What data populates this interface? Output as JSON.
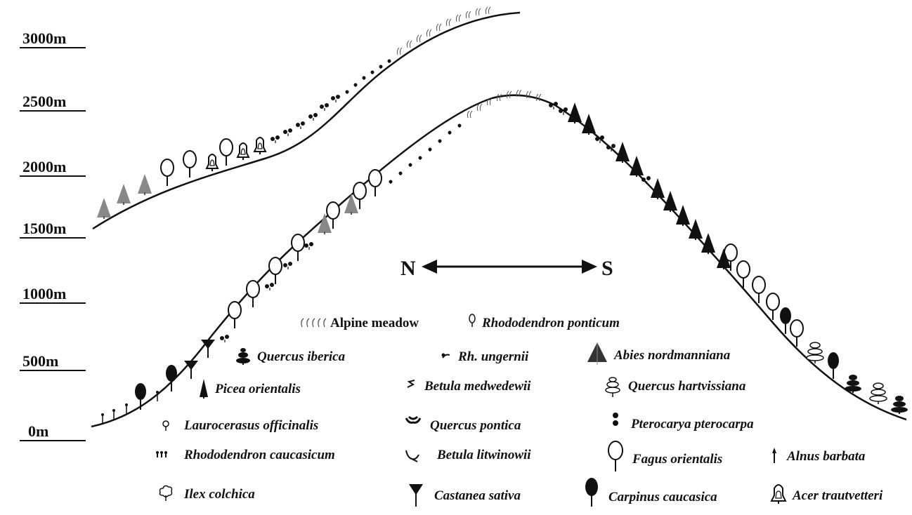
{
  "elevation_labels": [
    "3000m",
    "2500m",
    "2000m",
    "1500m",
    "1000m",
    "500m",
    "0m"
  ],
  "direction": {
    "north": "N",
    "south": "S"
  },
  "legend": [
    {
      "id": "alpine",
      "label": "Alpine meadow",
      "icon": "grass-icon",
      "italic": false
    },
    {
      "id": "rhodo-pont",
      "label": "Rhododendron ponticum",
      "icon": "small-tree-icon",
      "italic": true
    },
    {
      "id": "quercus-iberica",
      "label": "Quercus iberica",
      "icon": "tiered-tree-icon",
      "italic": true
    },
    {
      "id": "rh-ungernii",
      "label": "Rh. ungernii",
      "icon": "sprig-icon",
      "italic": true
    },
    {
      "id": "abies",
      "label": "Abies nordmanniana",
      "icon": "fir-tree-icon",
      "italic": true
    },
    {
      "id": "picea",
      "label": "Picea orientalis",
      "icon": "spruce-icon",
      "italic": true
    },
    {
      "id": "betula-med",
      "label": "Betula medwedewii",
      "icon": "shrub-icon",
      "italic": true
    },
    {
      "id": "quercus-hart",
      "label": "Quercus hartvissiana",
      "icon": "outline-tiered-tree-icon",
      "italic": true
    },
    {
      "id": "laurocerasus",
      "label": "Laurocerasus officinalis",
      "icon": "small-tree-icon",
      "italic": true
    },
    {
      "id": "quercus-pontica",
      "label": "Quercus pontica",
      "icon": "bush-icon",
      "italic": true
    },
    {
      "id": "pterocarya",
      "label": "Pterocarya pterocarpa",
      "icon": "double-dot-icon",
      "italic": true
    },
    {
      "id": "rhodo-cauc",
      "label": "Rhododendron caucasicum",
      "icon": "dwarf-shrub-icon",
      "italic": true
    },
    {
      "id": "betula-lit",
      "label": "Betula litwinowii",
      "icon": "twisted-shrub-icon",
      "italic": true
    },
    {
      "id": "fagus",
      "label": "Fagus orientalis",
      "icon": "oval-tree-icon",
      "italic": true
    },
    {
      "id": "alnus",
      "label": "Alnus barbata",
      "icon": "pin-tree-icon",
      "italic": true
    },
    {
      "id": "ilex",
      "label": "Ilex colchica",
      "icon": "holly-icon",
      "italic": true
    },
    {
      "id": "castanea",
      "label": "Castanea sativa",
      "icon": "funnel-tree-icon",
      "italic": true
    },
    {
      "id": "carpinus",
      "label": "Carpinus caucasica",
      "icon": "filled-oval-tree-icon",
      "italic": true
    },
    {
      "id": "acer",
      "label": "Acer trautvetteri",
      "icon": "bell-tree-icon",
      "italic": true
    }
  ]
}
